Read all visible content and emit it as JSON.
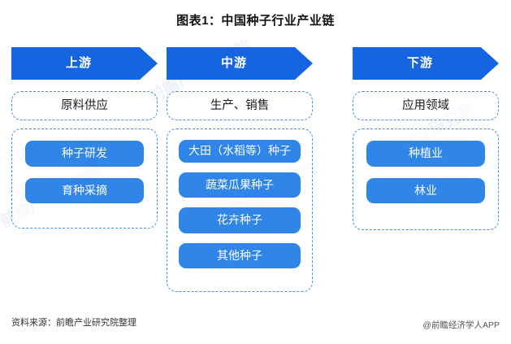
{
  "title": "图表1：中国种子行业产业链",
  "watermark": "前瞻产业研究院",
  "columns": [
    {
      "key": "upstream",
      "banner": "上游",
      "header": "原料供应",
      "items": [
        "种子研发",
        "育种采摘"
      ]
    },
    {
      "key": "midstream",
      "banner": "中游",
      "header": "生产、销售",
      "items": [
        "大田（水稻等）种子",
        "蔬菜瓜果种子",
        "花卉种子",
        "其他种子"
      ]
    },
    {
      "key": "downstream",
      "banner": "下游",
      "header": "应用领域",
      "items": [
        "种植业",
        "林业"
      ]
    }
  ],
  "footer": {
    "source": "资料来源：前瞻产业研究院整理",
    "attribution": "@前瞻经济学人APP"
  },
  "colors": {
    "banner_blue": "#1565e0",
    "pill_blue": "#2f86e8",
    "dashed_border": "#4a90e2"
  }
}
